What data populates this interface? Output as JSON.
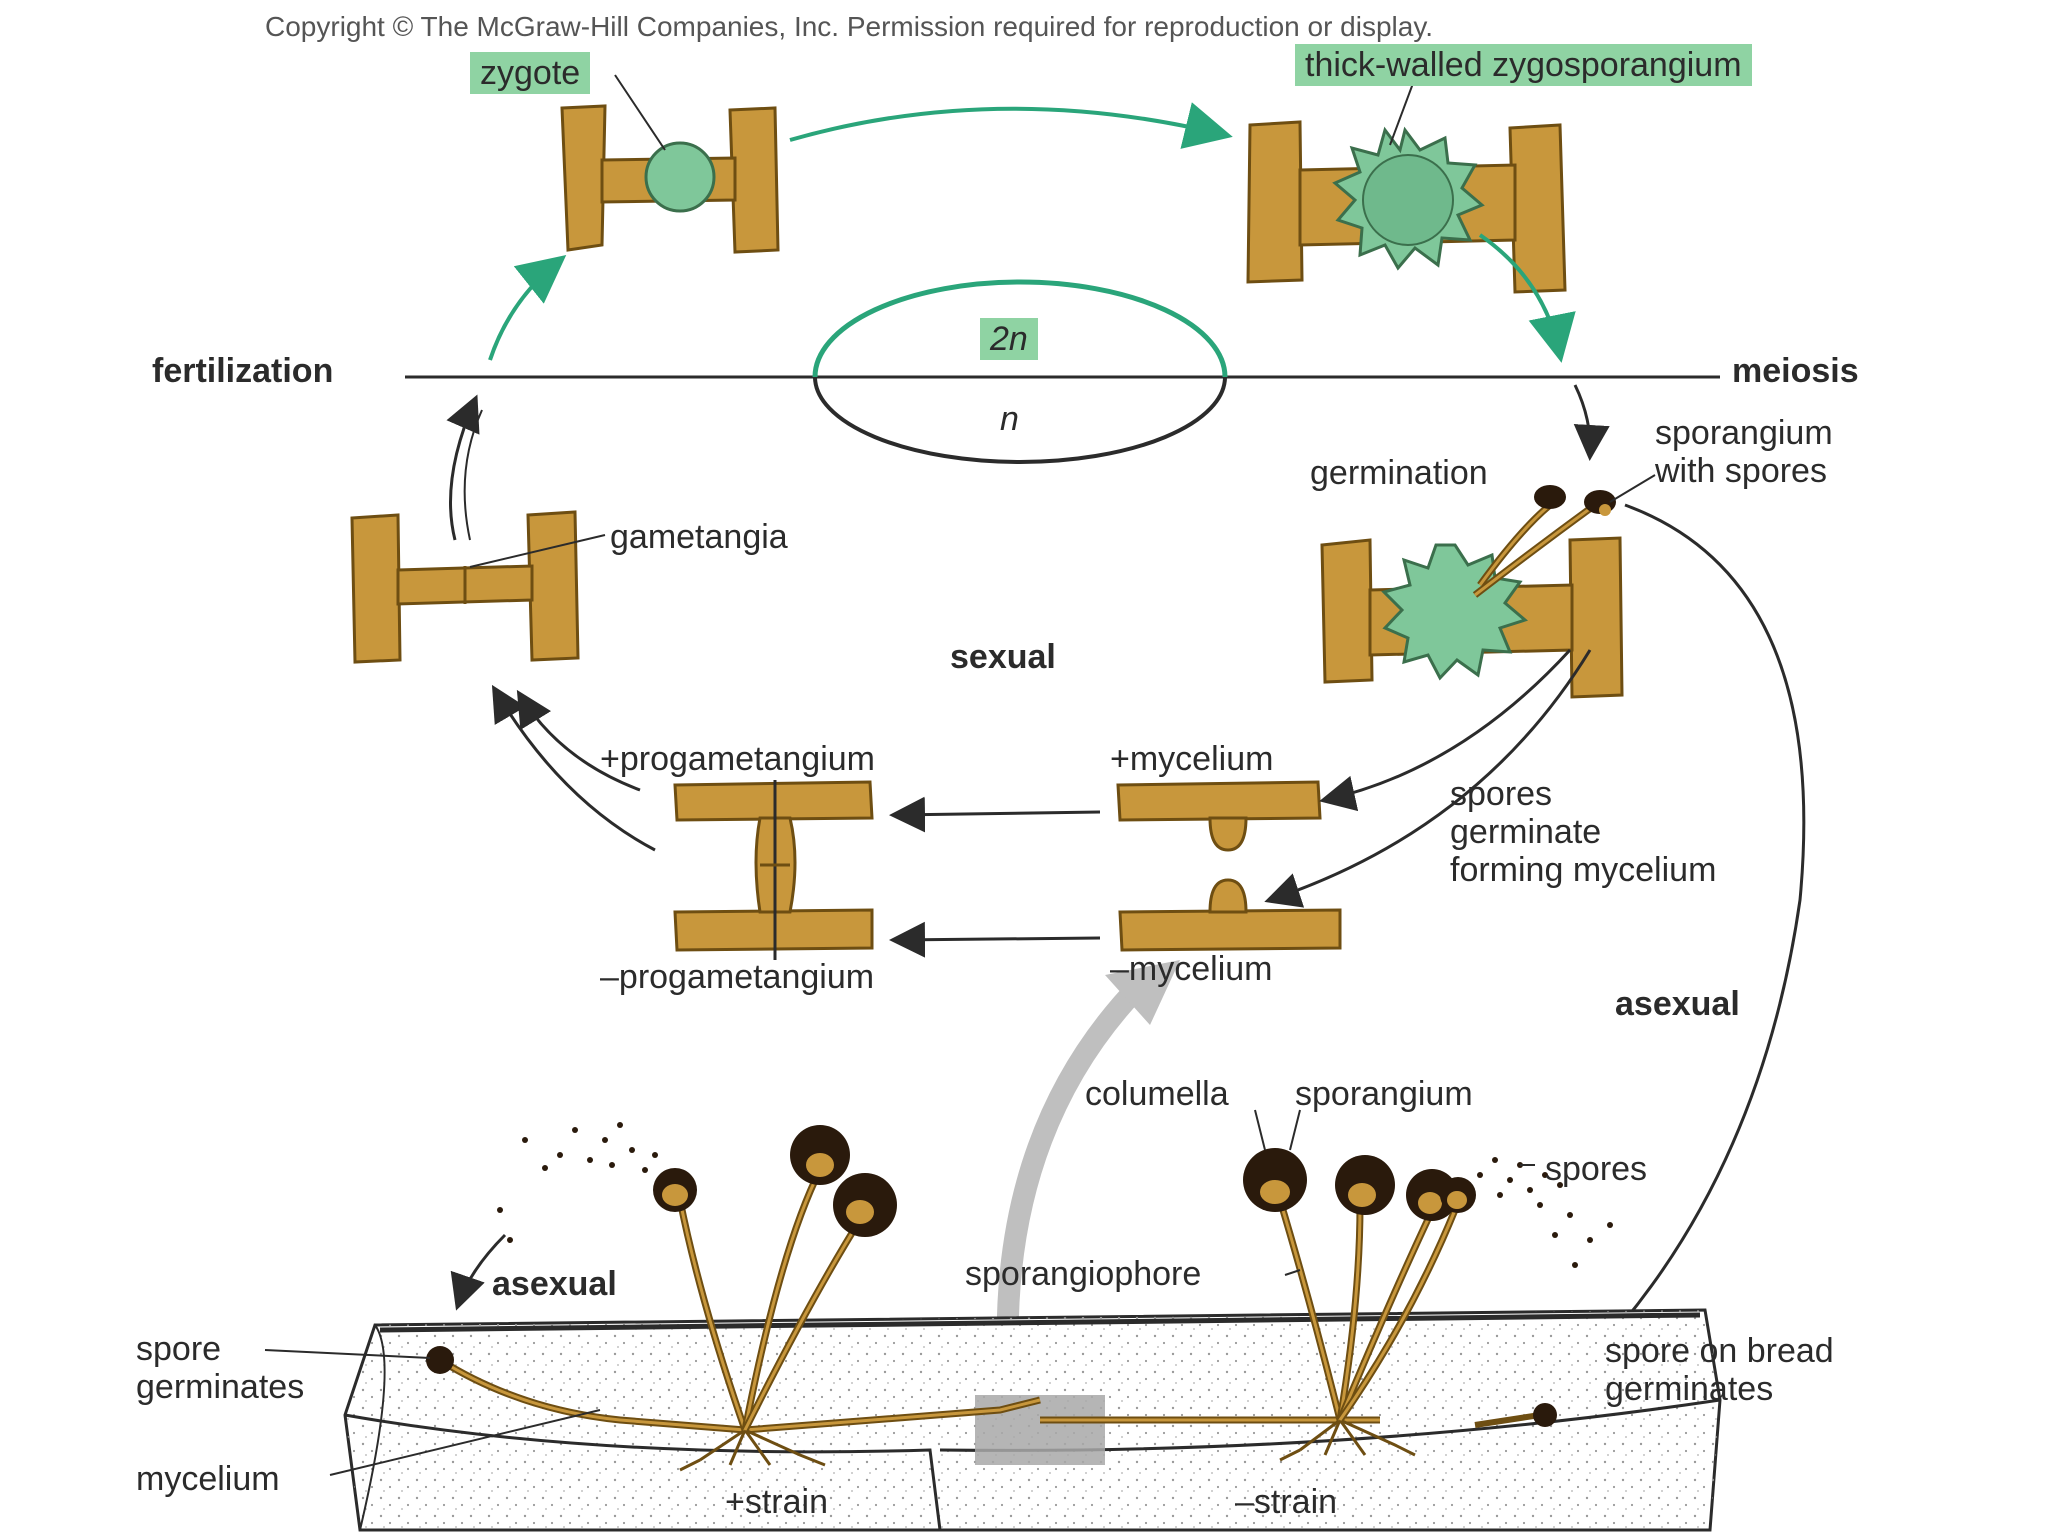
{
  "copyright": "Copyright © The McGraw-Hill Companies, Inc. Permission required for reproduction or display.",
  "colors": {
    "hypha": "#c8973c",
    "hypha_dark": "#6e4e12",
    "zygote_green": "#7fc79a",
    "highlight": "#8fd3a3",
    "arrow_green": "#2aa57a",
    "ink": "#2b2b2b",
    "sporangium": "#2a1a0c",
    "gray_arrow": "#bfbfbf"
  },
  "labels": {
    "zygote": "zygote",
    "zygosporangium": "thick-walled zygosporangium",
    "diploid": "2n",
    "haploid": "n",
    "fertilization": "fertilization",
    "meiosis": "meiosis",
    "germination": "germination",
    "sporangium_with_spores_1": "sporangium",
    "sporangium_with_spores_2": "with spores",
    "gametangia": "gametangia",
    "sexual": "sexual",
    "plus_progametangium": "+progametangium",
    "minus_progametangium": "–progametangium",
    "plus_mycelium": "+mycelium",
    "minus_mycelium": "–mycelium",
    "spores_germinate_1": "spores",
    "spores_germinate_2": "germinate",
    "spores_germinate_3": "forming mycelium",
    "asexual_right": "asexual",
    "columella": "columella",
    "sporangium": "sporangium",
    "spores": "spores",
    "asexual_left": "asexual",
    "sporangiophore": "sporangiophore",
    "spore_germinates_1": "spore",
    "spore_germinates_2": "germinates",
    "spore_on_bread_1": "spore on bread",
    "spore_on_bread_2": "germinates",
    "mycelium": "mycelium",
    "plus_strain": "+strain",
    "minus_strain": "–strain"
  }
}
